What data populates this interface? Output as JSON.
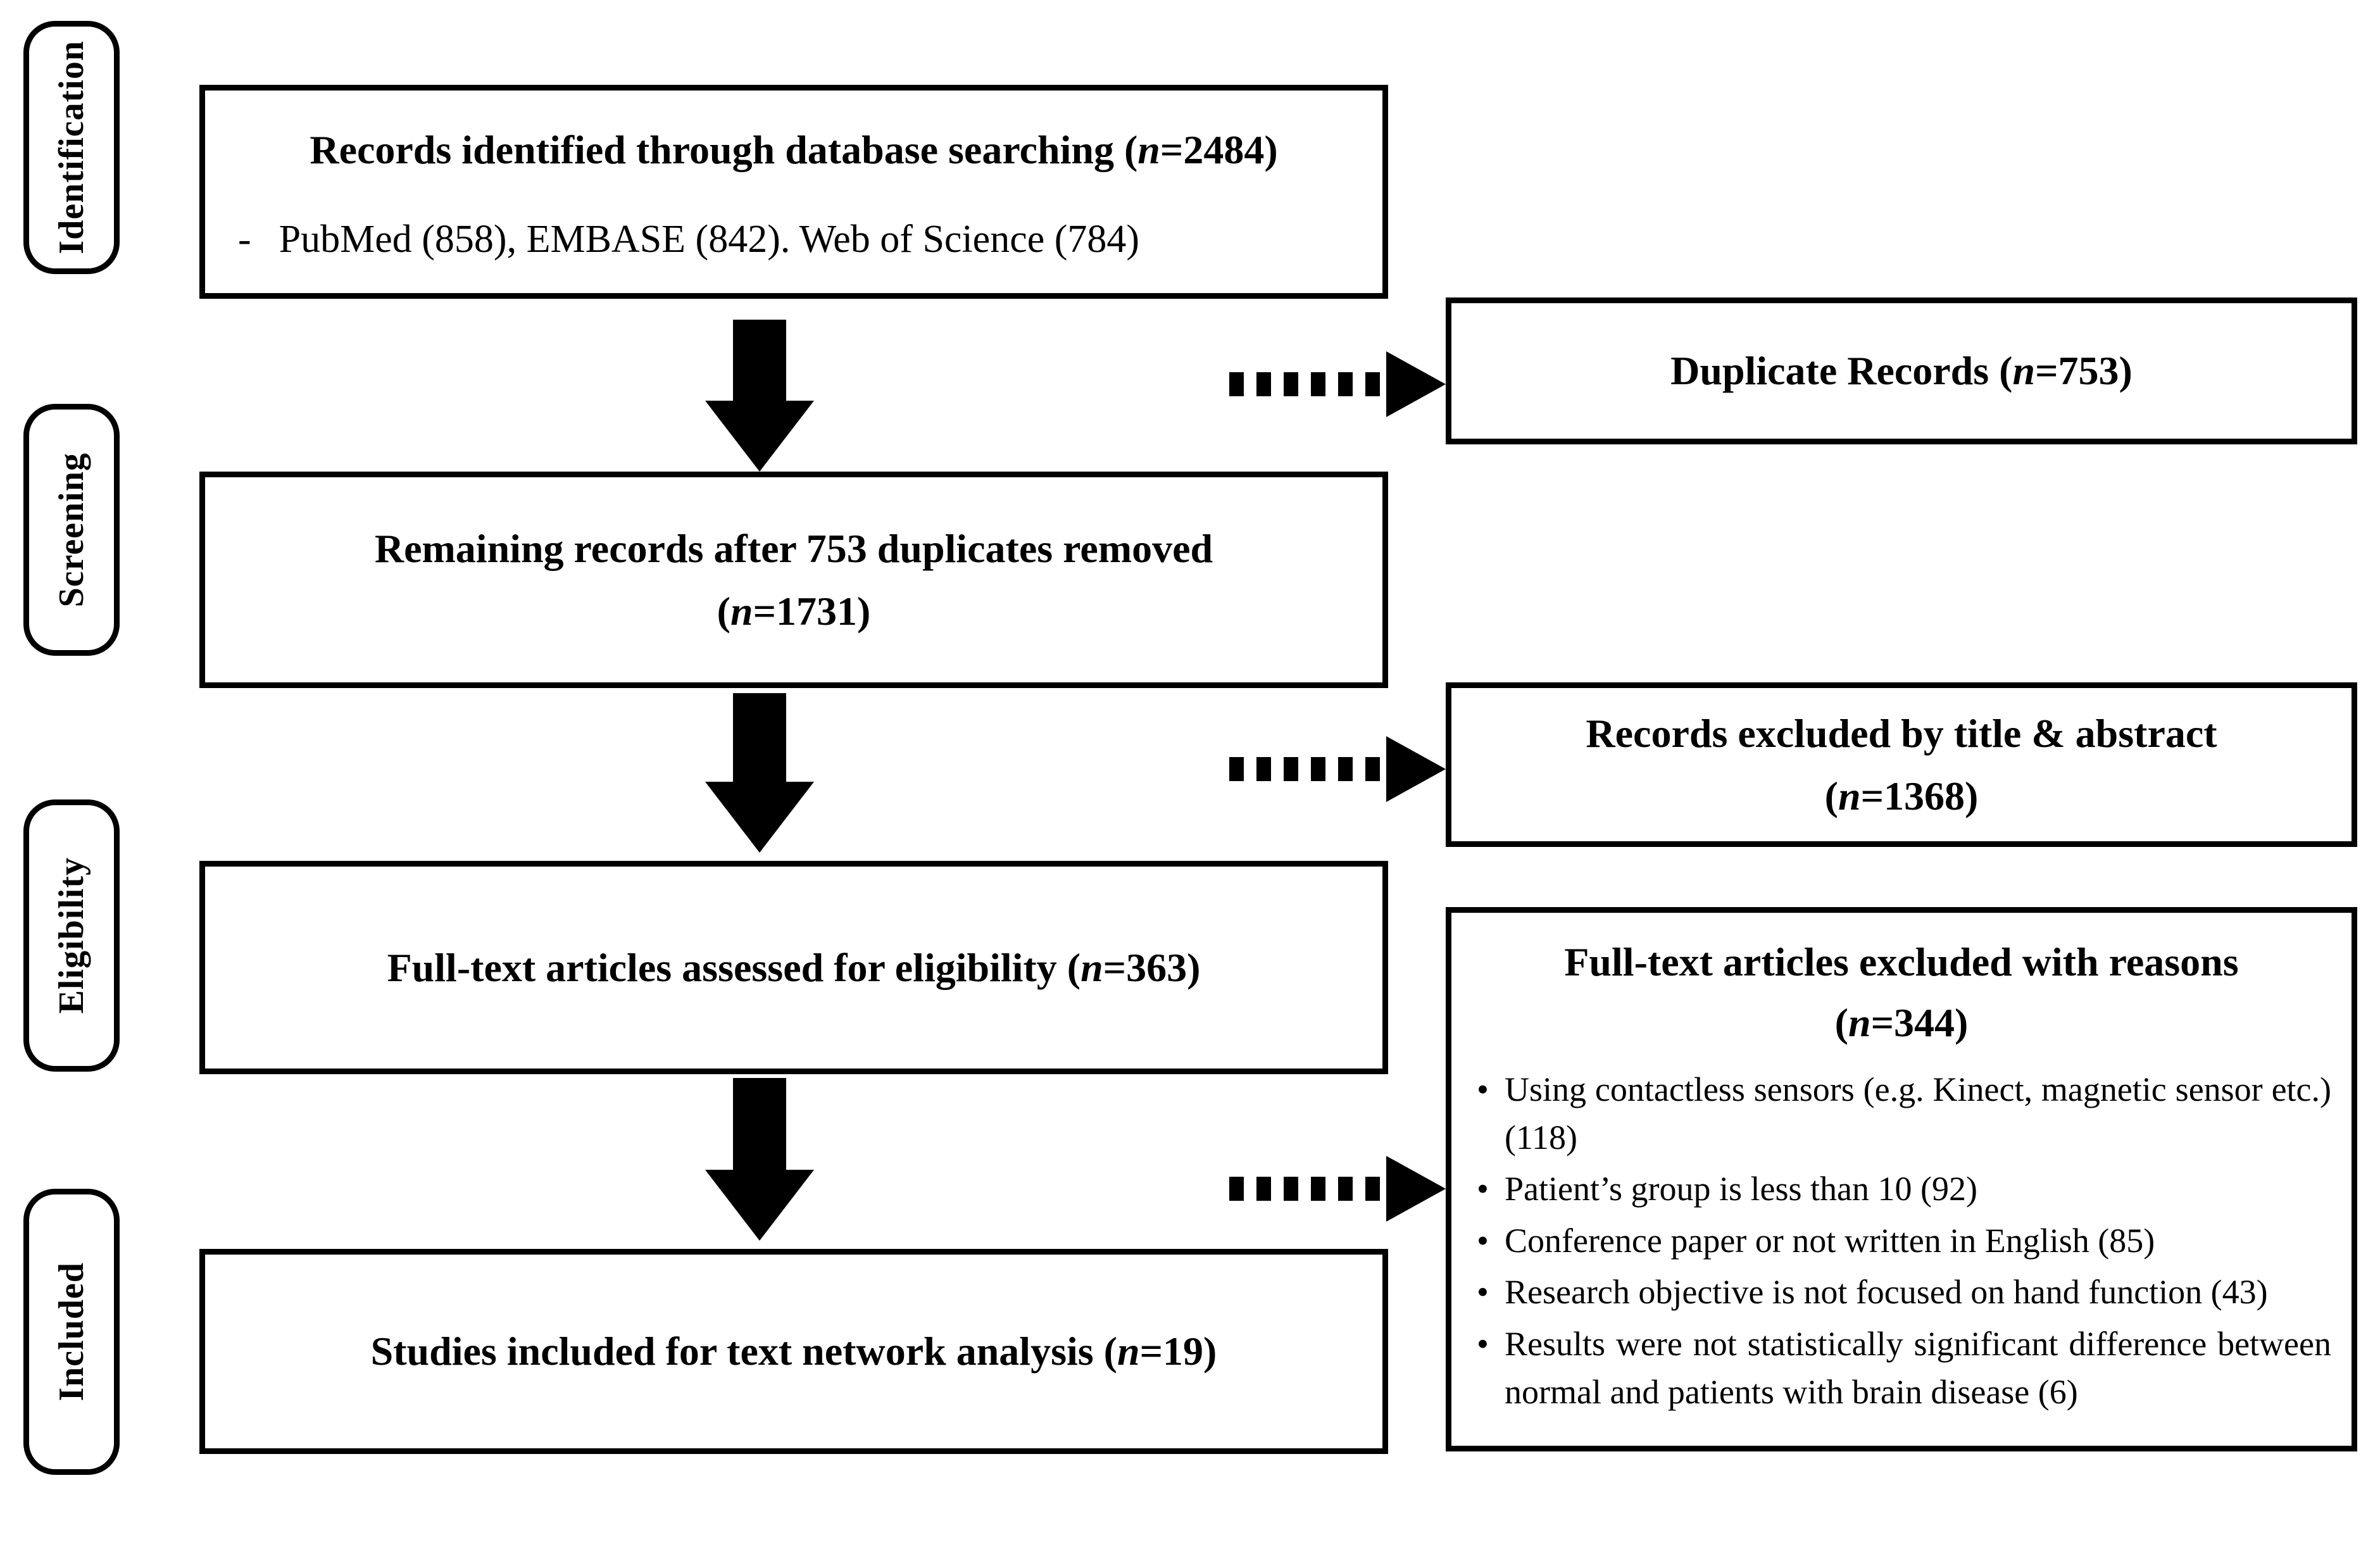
{
  "page": {
    "background_color": "#ffffff",
    "ink_color": "#000000",
    "diagram_type": "PRISMA flow diagram"
  },
  "stages": [
    {
      "label": "Identification"
    },
    {
      "label": "Screening"
    },
    {
      "label": "Eligibility"
    },
    {
      "label": "Included"
    }
  ],
  "main_boxes": [
    {
      "title": {
        "pre": "Records identified through database searching (",
        "n": "n",
        "post": "=2484)"
      },
      "detail": {
        "marker": "-",
        "text": "PubMed (858), EMBASE (842). Web of Science (784)"
      }
    },
    {
      "line1": "Remaining records after 753 duplicates removed",
      "line2": {
        "pre": "(",
        "n": "n",
        "post": "=1731)"
      }
    },
    {
      "title": {
        "pre": "Full-text articles assessed for eligibility (",
        "n": "n",
        "post": "=363)"
      }
    },
    {
      "title": {
        "pre": "Studies included for text network analysis (",
        "n": "n",
        "post": "=19)"
      }
    }
  ],
  "side_boxes": [
    {
      "title": {
        "pre": "Duplicate Records (",
        "n": "n",
        "post": "=753)"
      }
    },
    {
      "line1": "Records excluded by title & abstract",
      "line2": {
        "pre": "(",
        "n": "n",
        "post": "=1368)"
      }
    },
    {
      "line1": "Full-text articles excluded with reasons",
      "line2": {
        "pre": "(",
        "n": "n",
        "post": "=344)"
      },
      "bullet_char": "•",
      "reasons": [
        "Using contactless sensors (e.g. Kinect, magnetic sensor etc.) (118)",
        "Patient’s group is less than 10 (92)",
        "Conference paper or not written in English (85)",
        "Research objective is not focused on hand function (43)",
        "Results were not statistically significant difference between normal and patients with brain disease (6)"
      ]
    }
  ]
}
